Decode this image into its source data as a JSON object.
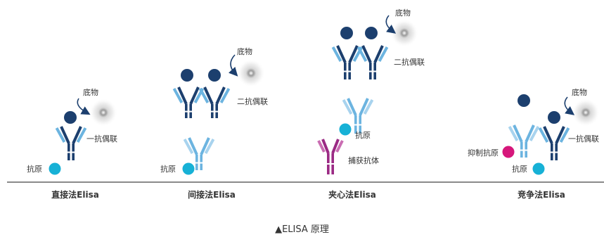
{
  "colors": {
    "dark_blue": "#1c3f6e",
    "light_blue": "#6cb4e0",
    "pale_blue": "#a8d3ee",
    "antigen_cyan": "#17b1d6",
    "inhibitor_magenta": "#d6177b",
    "capture_purple": "#9b2a84",
    "capture_light": "#c96db2",
    "baseline": "#8a8a8a",
    "text": "#333333"
  },
  "icons": {
    "substrate": "glow-burst-icon",
    "curved_arrow": "curved-arrow-icon"
  },
  "panels": [
    {
      "title": "直接法Elisa",
      "labels": {
        "substrate": "底物",
        "enzyme": "一抗偶联",
        "antigen": "抗原"
      }
    },
    {
      "title": "间接法Elisa",
      "labels": {
        "substrate": "底物",
        "enzyme": "二抗偶联",
        "antigen": "抗原"
      }
    },
    {
      "title": "夹心法Elisa",
      "labels": {
        "substrate": "底物",
        "enzyme": "二抗偶联",
        "antigen": "抗原",
        "capture": "捕获抗体"
      }
    },
    {
      "title": "竞争法Elisa",
      "labels": {
        "substrate": "底物",
        "enzyme": "一抗偶联",
        "antigen": "抗原",
        "inhibitor": "抑制抗原"
      }
    }
  ],
  "caption": "▲ELISA 原理"
}
